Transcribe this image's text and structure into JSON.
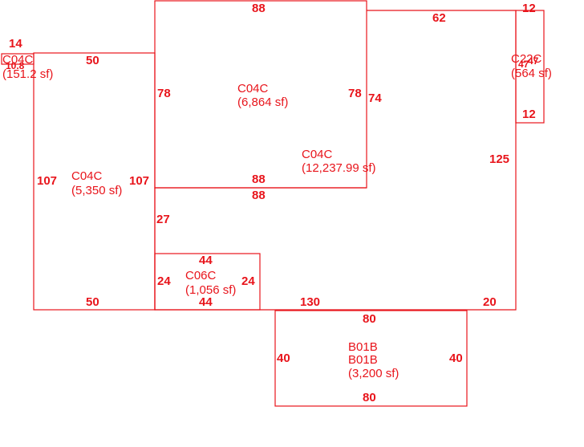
{
  "colors": {
    "line": "#e8141b",
    "background": "#ffffff"
  },
  "areas": [
    {
      "id": "c04c-small",
      "code": "C04C",
      "size": "(151.2 sf)",
      "dims": [
        "14",
        "",
        "",
        ""
      ]
    },
    {
      "id": "c04c-left",
      "code": "C04C",
      "size": "(5,350 sf)",
      "dims": [
        "50",
        "107",
        "50",
        "107"
      ]
    },
    {
      "id": "c04c-upper",
      "code": "C04C",
      "size": "(6,864 sf)",
      "dims": [
        "88",
        "78",
        "88",
        "78"
      ]
    },
    {
      "id": "c04c-main",
      "code": "C04C",
      "size": "(12,237.99 sf)",
      "dims": [
        "62",
        "74",
        "125",
        "88",
        "27",
        "130",
        "20"
      ]
    },
    {
      "id": "c22c",
      "code": "C22C",
      "size": "(564 sf)",
      "dims": [
        "12",
        "12",
        "47",
        "47"
      ]
    },
    {
      "id": "c06c",
      "code": "C06C",
      "size": "(1,056 sf)",
      "dims": [
        "44",
        "24",
        "44",
        "24"
      ]
    },
    {
      "id": "b01b",
      "code": "B01B",
      "code2": "B01B",
      "size": "(3,200 sf)",
      "dims": [
        "80",
        "40",
        "80",
        "40"
      ]
    }
  ],
  "small_tag_overlap": "10.8"
}
